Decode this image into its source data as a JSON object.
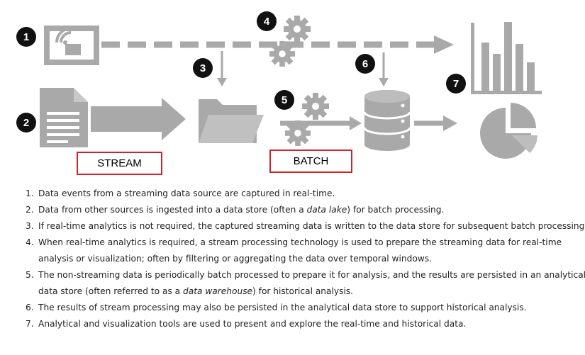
{
  "diagram": {
    "markers": [
      "1",
      "2",
      "3",
      "4",
      "5",
      "6",
      "7"
    ],
    "icons": {
      "stream_source": "wifi-tablet-icon",
      "batch_source": "document-icon",
      "data_lake": "folder-icon",
      "stream_processing": "gears-icon",
      "batch_processing": "gears-icon",
      "analytical_store": "database-icon",
      "analytics": [
        "bar-chart-icon",
        "pie-chart-icon"
      ]
    },
    "colors": {
      "shape": "#a9a9a9",
      "marker": "#111111",
      "label_border": "#d0242b"
    },
    "labels": {
      "stream": "STREAM",
      "batch": "BATCH"
    }
  },
  "notes": [
    {
      "num": "1.",
      "before": "Data events from a streaming data source are captured in real-time.",
      "italic": "",
      "after": ""
    },
    {
      "num": "2.",
      "before": "Data from other sources is ingested into a data store (often a ",
      "italic": "data lake",
      "after": ") for batch processing."
    },
    {
      "num": "3.",
      "before": "If real-time analytics is not required, the captured streaming data is written to the data store for subsequent batch processing.",
      "italic": "",
      "after": ""
    },
    {
      "num": "4.",
      "before": "When real-time analytics is required, a stream processing technology is used to prepare the streaming data for real-time analysis or visualization; often by filtering or aggregating the data over temporal windows.",
      "italic": "",
      "after": ""
    },
    {
      "num": "5.",
      "before": "The non-streaming data is periodically batch processed to prepare it for analysis, and the results are persisted in an analytical data store (often referred to as a ",
      "italic": "data warehouse",
      "after": ") for historical analysis."
    },
    {
      "num": "6.",
      "before": "The results of stream processing may also be persisted in the analytical data store to support historical analysis.",
      "italic": "",
      "after": ""
    },
    {
      "num": "7.",
      "before": "Analytical and visualization tools are used to present and explore the real-time and historical data.",
      "italic": "",
      "after": ""
    }
  ]
}
